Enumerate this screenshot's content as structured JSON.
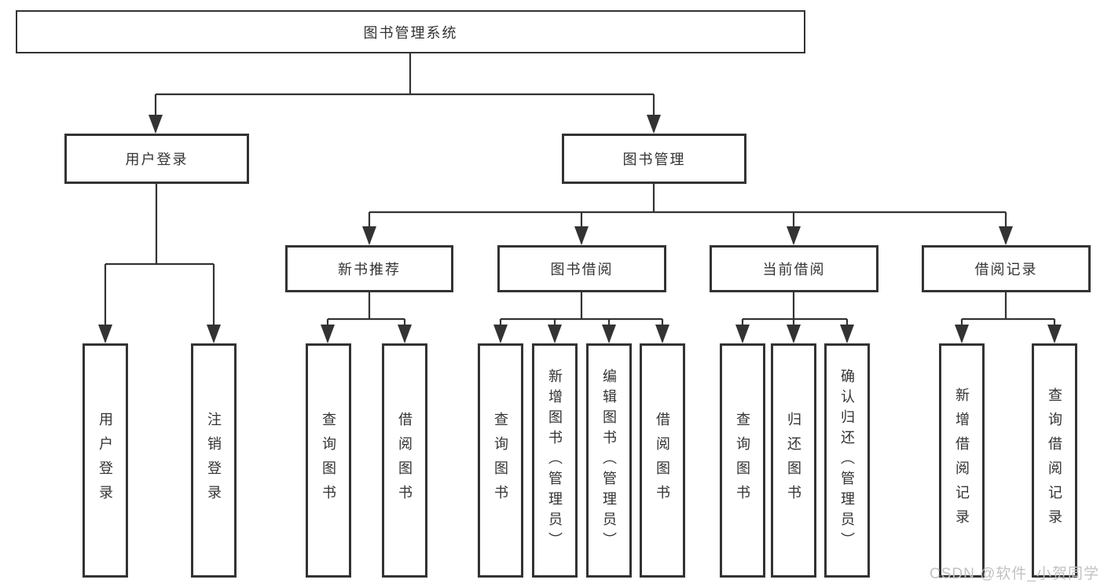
{
  "tree": {
    "root": {
      "label": "图书管理系统"
    },
    "children": [
      {
        "label": "用户登录",
        "children": [
          {
            "label": "用户登录"
          },
          {
            "label": "注销登录"
          }
        ]
      },
      {
        "label": "图书管理",
        "children": [
          {
            "label": "新书推荐",
            "children": [
              {
                "label": "查询图书"
              },
              {
                "label": "借阅图书"
              }
            ]
          },
          {
            "label": "图书借阅",
            "children": [
              {
                "label": "查询图书"
              },
              {
                "label": "新增图书（管理员）"
              },
              {
                "label": "编辑图书（管理员）"
              },
              {
                "label": "借阅图书"
              }
            ]
          },
          {
            "label": "当前借阅",
            "children": [
              {
                "label": "查询图书"
              },
              {
                "label": "归还图书"
              },
              {
                "label": "确认归还（管理员）"
              }
            ]
          },
          {
            "label": "借阅记录",
            "children": [
              {
                "label": "新增借阅记录"
              },
              {
                "label": "查询借阅记录"
              }
            ]
          }
        ]
      }
    ]
  },
  "watermark": {
    "text": "CSDN @软件_小贺同学"
  },
  "colors": {
    "line": "#333333",
    "text": "#333333",
    "background": "#ffffff",
    "watermark": "#c2c2c2"
  }
}
